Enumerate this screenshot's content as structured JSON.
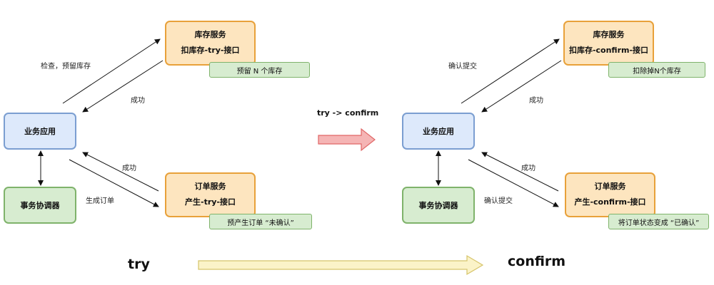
{
  "try_phase": {
    "inventory_service": {
      "title": "库存服务",
      "api": "扣库存-try-接口",
      "note": "预留 N 个库存"
    },
    "business_app": {
      "label": "业务应用"
    },
    "tx_coordinator": {
      "label": "事务协调器"
    },
    "order_service": {
      "title": "订单服务",
      "api": "产生-try-接口",
      "note": "预产生订单 “未确认”"
    },
    "edge_labels": {
      "check_reserve": "检查，预留库存",
      "success_top": "成功",
      "success_bottom": "成功",
      "create_order": "生成订单"
    }
  },
  "transition": {
    "label": "try -> confirm"
  },
  "confirm_phase": {
    "inventory_service": {
      "title": "库存服务",
      "api": "扣库存-confirm-接口",
      "note": "扣除掉N个库存"
    },
    "business_app": {
      "label": "业务应用"
    },
    "tx_coordinator": {
      "label": "事务协调器"
    },
    "order_service": {
      "title": "订单服务",
      "api": "产生-confirm-接口",
      "note": "将订单状态变成 “已确认”"
    },
    "edge_labels": {
      "confirm_submit_top": "确认提交",
      "success_top": "成功",
      "success_bottom": "成功",
      "confirm_submit_bottom": "确认提交"
    }
  },
  "bottom": {
    "try_label": "try",
    "confirm_label": "confirm"
  },
  "colors": {
    "orange_fill": "#fde5bf",
    "orange_border": "#e8a13a",
    "blue_fill": "#dde9fb",
    "blue_border": "#7b9ed1",
    "green_fill": "#d7ecd0",
    "green_border": "#7fb36b",
    "pink_arrow": "#f5b5b5",
    "pink_arrow_border": "#e06666",
    "yellow_arrow": "#fbf3c8",
    "yellow_arrow_border": "#d6c46a"
  }
}
